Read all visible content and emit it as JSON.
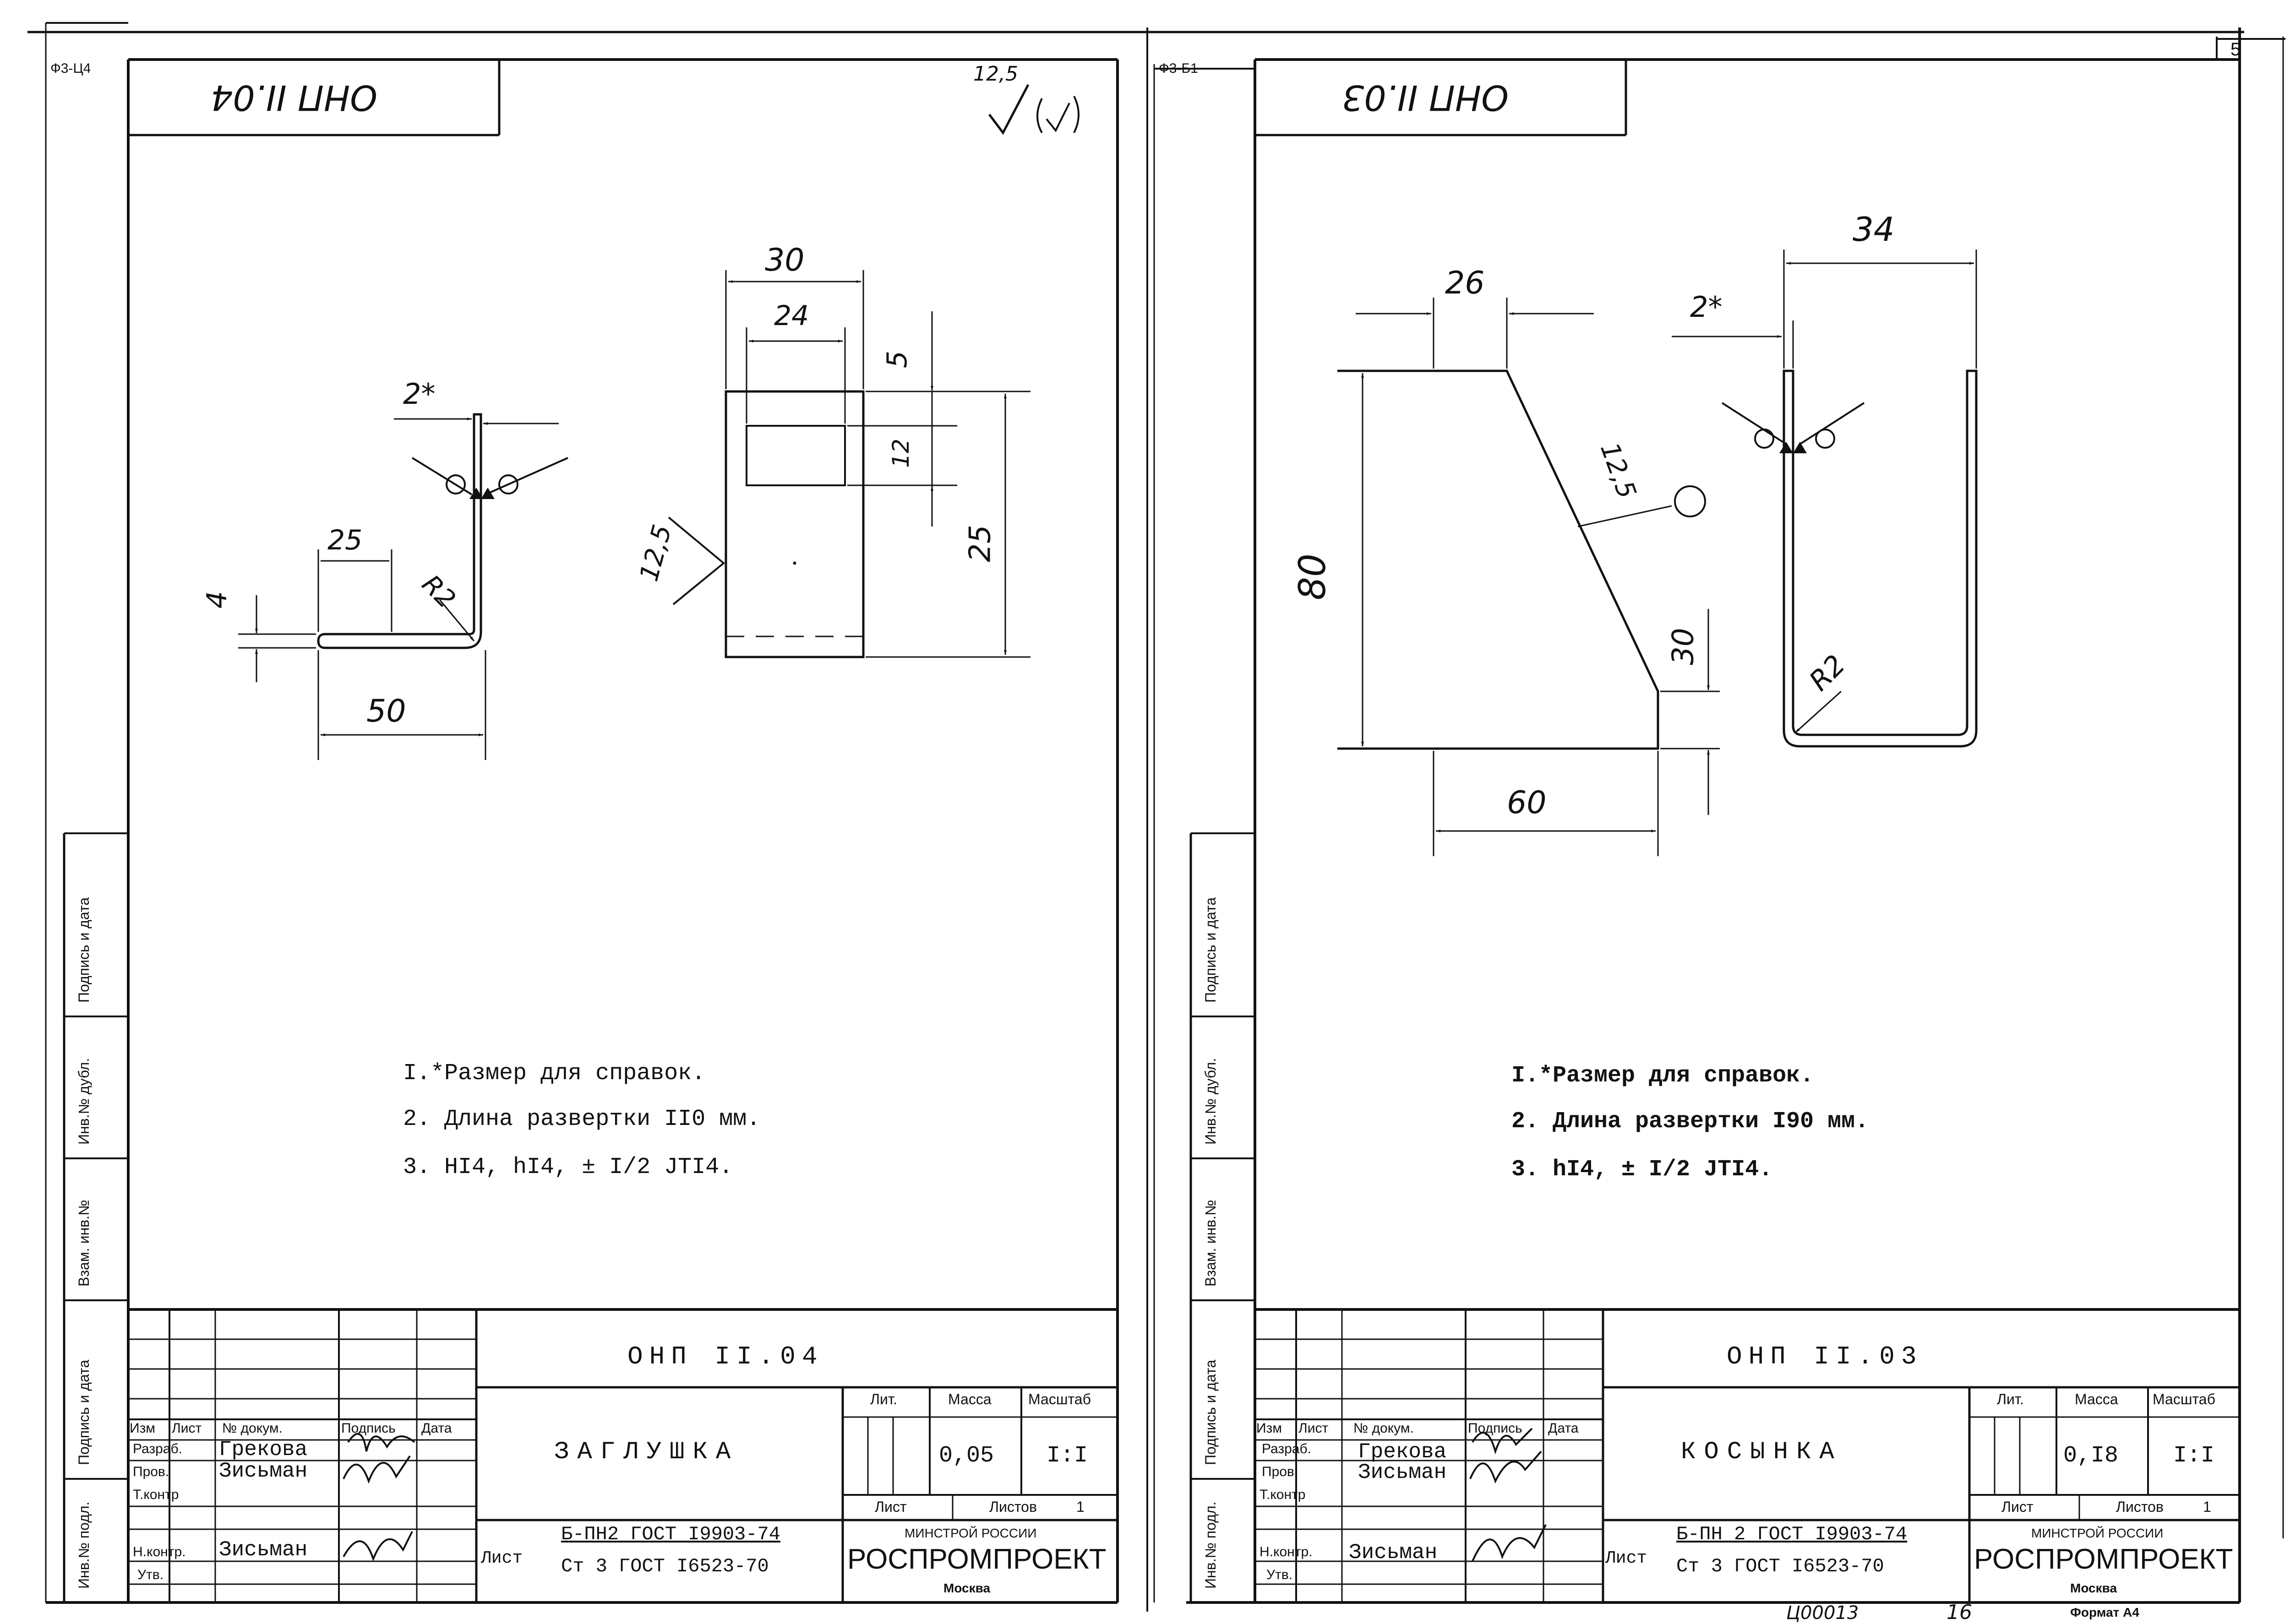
{
  "corner_sheet_number": "5",
  "bottom_strip": {
    "archive_code": "Ц00013",
    "page_number": "16",
    "format_label": "Формат А4"
  },
  "side_stamp": {
    "labels": [
      "Подпись и дата",
      "Инв.№ дубл.",
      "Взам. инв.№",
      "Подпись и дата",
      "Инв.№ подл."
    ]
  },
  "sheets": [
    {
      "code_tag": "Ф3-Ц4",
      "title_box": "ОНП II.04",
      "surface_finish": {
        "value": "12,5"
      },
      "dims_left": {
        "thickness": "2*",
        "flange": "25",
        "height": "4",
        "radius": "R2",
        "length": "50"
      },
      "dims_right": {
        "overall_width": "30",
        "slot_width": "24",
        "offset": "5",
        "slot_height": "12",
        "overall_height": "25",
        "roughness": "12,5"
      },
      "notes": [
        "I.*Размер для справок.",
        "2. Длина развертки II0 мм.",
        "3. HI4, hI4, ± I/2 JTI4."
      ],
      "title_block": {
        "designation": "ОНП II.04",
        "name": "ЗАГЛУШКА",
        "col_headers": [
          "Изм",
          "Лист",
          "№ докум.",
          "Подпись",
          "Дата"
        ],
        "roles": [
          "Разраб.",
          "Пров.",
          "Т.контр",
          "",
          "Н.контр.",
          "Утв."
        ],
        "names": [
          "Грекова",
          "Зисьман",
          "",
          "",
          "Зисьман",
          ""
        ],
        "lit_label": "Лит.",
        "mass_label": "Масса",
        "scale_label": "Масштаб",
        "mass": "0,05",
        "scale": "I:I",
        "sheet_label": "Лист",
        "sheets_label": "Листов",
        "sheets_count": "1",
        "material_line1": "Б-ПН2 ГОСТ I9903-74",
        "material_prefix": "Лист",
        "material_line2": "Ст 3 ГОСТ I6523-70",
        "org_ministry": "МИНСТРОЙ РОССИИ",
        "org_name": "РОСПРОМПРОЕКТ",
        "org_city": "Москва"
      }
    },
    {
      "code_tag": "Ф3-Б1",
      "title_box": "ОНП II.03",
      "dims": {
        "top": "26",
        "height": "80",
        "roughness": "12,5",
        "right_height": "30",
        "bottom": "60",
        "thickness": "2*",
        "width": "34",
        "radius": "R2"
      },
      "notes": [
        "I.*Размер для справок.",
        "2. Длина развертки I90 мм.",
        "3. hI4, ± I/2 JTI4."
      ],
      "title_block": {
        "designation": "ОНП II.03",
        "name": "КОСЫНКА",
        "col_headers": [
          "Изм",
          "Лист",
          "№ докум.",
          "Подпись",
          "Дата"
        ],
        "roles": [
          "Разраб.",
          "Пров.",
          "Т.контр",
          "",
          "Н.контр.",
          "Утв."
        ],
        "names": [
          "Грекова",
          "Зисьман",
          "",
          "",
          "Зисьман",
          ""
        ],
        "lit_label": "Лит.",
        "mass_label": "Масса",
        "scale_label": "Масштаб",
        "mass": "0,I8",
        "scale": "I:I",
        "sheet_label": "Лист",
        "sheets_label": "Листов",
        "sheets_count": "1",
        "material_line1": "Б-ПН 2 ГОСТ I9903-74",
        "material_prefix": "Лист",
        "material_line2": "Ст 3 ГОСТ I6523-70",
        "org_ministry": "МИНСТРОЙ РОССИИ",
        "org_name": "РОСПРОМПРОЕКТ",
        "org_city": "Москва"
      }
    }
  ]
}
